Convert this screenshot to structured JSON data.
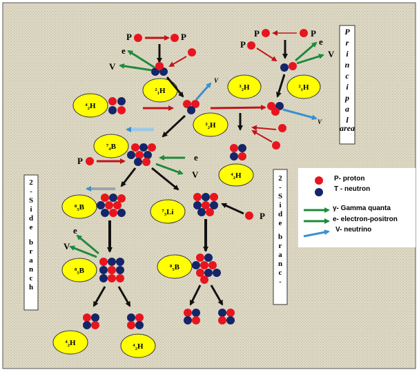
{
  "colors": {
    "background": "#ddd8c4",
    "proton": "#e8151e",
    "neutron": "#14256a",
    "ellipse": "#ffff00",
    "red_arrow": "#c0141a",
    "green_arrow": "#1e8a3c",
    "blue_arrow": "#3b8fd0",
    "black_arrow": "#111111"
  },
  "particles": {
    "p": "P",
    "e": "e",
    "v": "V"
  },
  "panels": {
    "principal": "Principal",
    "principal_sub": "area",
    "side_left": [
      "2",
      "-",
      "Side",
      "branch"
    ],
    "side_right": [
      "2",
      "-",
      "Side",
      "branc",
      "-"
    ]
  },
  "nuclides": {
    "h2_left": "2 1H",
    "h2_right": "2 1H",
    "h3_top": "3 2H",
    "he4_left": "4 2H",
    "he3_mid": "3 2H",
    "be7": "7 4B",
    "he4_right": "4 2H",
    "b8_left": "8 5B",
    "li7": "7 3Li",
    "b8_mid_left": "8 5B",
    "b8_mid_right": "8 5B",
    "he4_bottom_left": "4 2H",
    "he4_bottom_right": "4 2H"
  },
  "legend": {
    "proton": "P- proton",
    "neutron": "T - neutron",
    "gamma": "γ- Gamma quanta",
    "electron": "e- electron-positron",
    "neutrino": "V- neutrino"
  }
}
